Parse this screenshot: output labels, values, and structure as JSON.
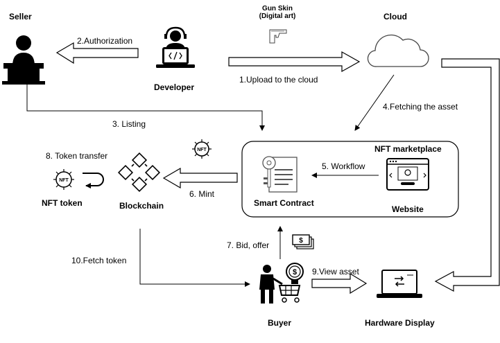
{
  "nodes": {
    "seller": "Seller",
    "developer": "Developer",
    "cloud": "Cloud",
    "asset_line1": "Gun Skin",
    "asset_line2": "(Digital art)",
    "nft_marketplace": "NFT marketplace",
    "smart_contract": "Smart Contract",
    "website": "Website",
    "blockchain": "Blockchain",
    "nft_token": "NFT token",
    "buyer": "Buyer",
    "hardware_display": "Hardware Display"
  },
  "steps": {
    "s1": "1.Upload to the cloud",
    "s2": "2.Authorization",
    "s3": "3. Listing",
    "s4": "4.Fetching the asset",
    "s5": "5. Workflow",
    "s6": "6. Mint",
    "s7": "7. Bid, offer",
    "s8": "8. Token transfer",
    "s9": "9.View asset",
    "s10": "10.Fetch token"
  },
  "icons": {
    "nft_badge_text": "NFT",
    "dollar": "$"
  }
}
